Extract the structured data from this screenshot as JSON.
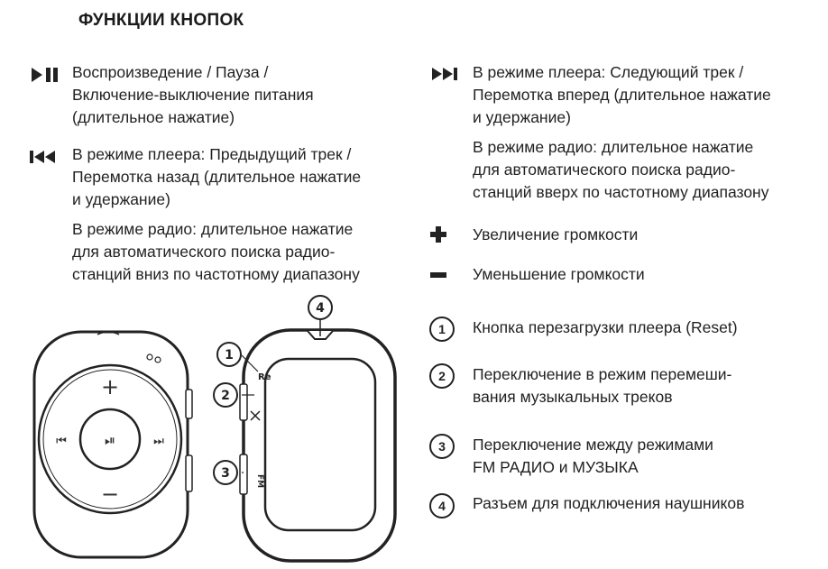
{
  "title": "ФУНКЦИИ КНОПОК",
  "left_items": [
    {
      "icon": "play-pause-icon",
      "lines": [
        "Воспроизведение / Пауза /",
        "Включение-выключение питания",
        "(длительное нажатие)"
      ]
    },
    {
      "icon": "previous-track-icon",
      "lines": [
        "В режиме плеера: Предыдущий трек /",
        "Перемотка назад (длительное нажатие",
        "и удержание)",
        "В режиме радио: длительное нажатие",
        "для автоматического поиска радио-",
        "станций вниз по частотному диапазону"
      ]
    }
  ],
  "right_items": [
    {
      "icon": "next-track-icon",
      "lines": [
        "В режиме плеера: Следующий трек /",
        "Перемотка вперед (длительное нажатие",
        "и удержание)",
        "В режиме радио: длительное нажатие",
        "для автоматического поиска радио-",
        "станций вверх по частотному диапазону"
      ]
    },
    {
      "icon": "plus-icon",
      "lines": [
        "Увеличение громкости"
      ]
    },
    {
      "icon": "minus-icon",
      "lines": [
        "Уменьшение громкости"
      ]
    },
    {
      "number": "1",
      "lines": [
        "Кнопка перезагрузки плеера (Reset)"
      ]
    },
    {
      "number": "2",
      "lines": [
        "Переключение в режим перемеши-",
        "вания музыкальных треков"
      ]
    },
    {
      "number": "3",
      "lines": [
        "Переключение между режимами",
        "FM РАДИО и МУЗЫКА"
      ]
    },
    {
      "number": "4",
      "lines": [
        "Разъем для подключения наушников"
      ]
    }
  ],
  "diagram": {
    "front_labels": {
      "plus": "+",
      "minus": "−",
      "prev": "⏮",
      "play": "⏯",
      "next": "⏭"
    },
    "side_callouts": [
      "1",
      "2",
      "3",
      "4"
    ],
    "side_texts": {
      "reset": "Re",
      "fm": "FM"
    }
  }
}
